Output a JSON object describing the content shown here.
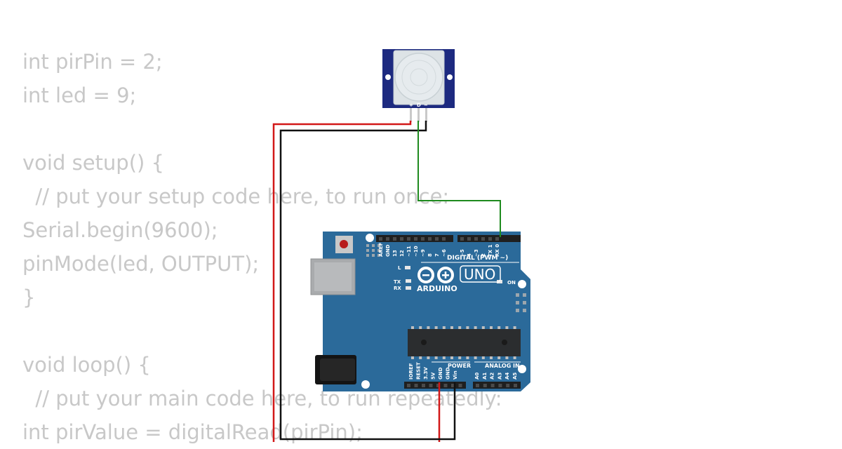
{
  "code_lines": [
    "int pirPin = 2;",
    "int led = 9;",
    "",
    "void setup() {",
    "  // put your setup code here, to run once:",
    "Serial.begin(9600);",
    "pinMode(led, OUTPUT);",
    "}",
    "",
    "void loop() {",
    "  // put your main code here, to run repeatedly:",
    "int pirValue = digitalRead(pirPin);"
  ],
  "sensor": {
    "pin_labels": [
      "+",
      "D",
      "−"
    ]
  },
  "arduino": {
    "brand": "ARDUINO",
    "model": "UNO",
    "digital_header": "DIGITAL (PWM ~)",
    "power_header": "POWER",
    "analog_header": "ANALOG IN",
    "led_l": "L",
    "led_tx": "TX",
    "led_rx": "RX",
    "led_on": "ON",
    "digital_pins": [
      "AREF",
      "GND",
      "13",
      "12",
      "~11",
      "~10",
      "~9",
      "8",
      "7",
      "~6",
      "~5",
      "4",
      "~3",
      "2",
      "TX 1",
      "RX 0"
    ],
    "power_pins": [
      "IOREF",
      "RESET",
      "3.3V",
      "5V",
      "GND",
      "GND",
      "Vin"
    ],
    "analog_pins": [
      "A0",
      "A1",
      "A2",
      "A3",
      "A4",
      "A5"
    ]
  },
  "colors": {
    "board": "#2b6a9a",
    "wire_power": "#d21818",
    "wire_ground": "#111111",
    "wire_signal": "#1e8a1e",
    "code_text": "#c8c8c8"
  }
}
